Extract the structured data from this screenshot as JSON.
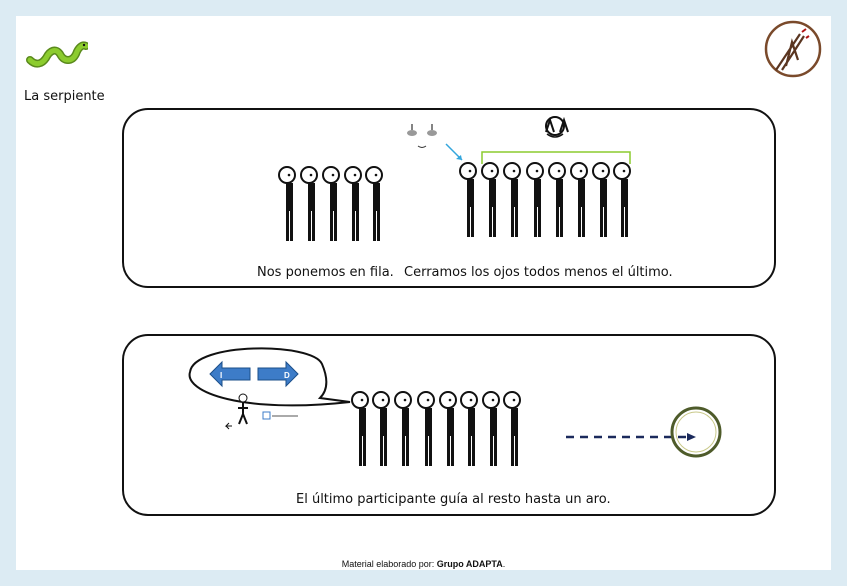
{
  "title": "La serpiente",
  "panel1": {
    "caption_line": "Nos ponemos en fila.",
    "caption_eyes": "Cerramos los ojos todos menos el último."
  },
  "panel2": {
    "caption": "El último participante guía al resto hasta un aro.",
    "arrow_left_label": "I",
    "arrow_right_label": "D"
  },
  "footer": {
    "prefix": "Material elaborado por: ",
    "group": "Grupo  ADAPTA",
    "suffix": "."
  },
  "icons": [
    "snake-icon",
    "adapta-logo-icon",
    "closed-eyes-icon",
    "covering-eyes-icon",
    "hoop-icon",
    "direction-arrow-icon"
  ],
  "colors": {
    "background": "#dcebf3",
    "snake": "#8ccc2e",
    "arrow_blue": "#3d7cc8",
    "hoop": "#4e5b2a",
    "dashed_arrow": "#1b2a5c",
    "bracket": "#8ccc2e"
  }
}
